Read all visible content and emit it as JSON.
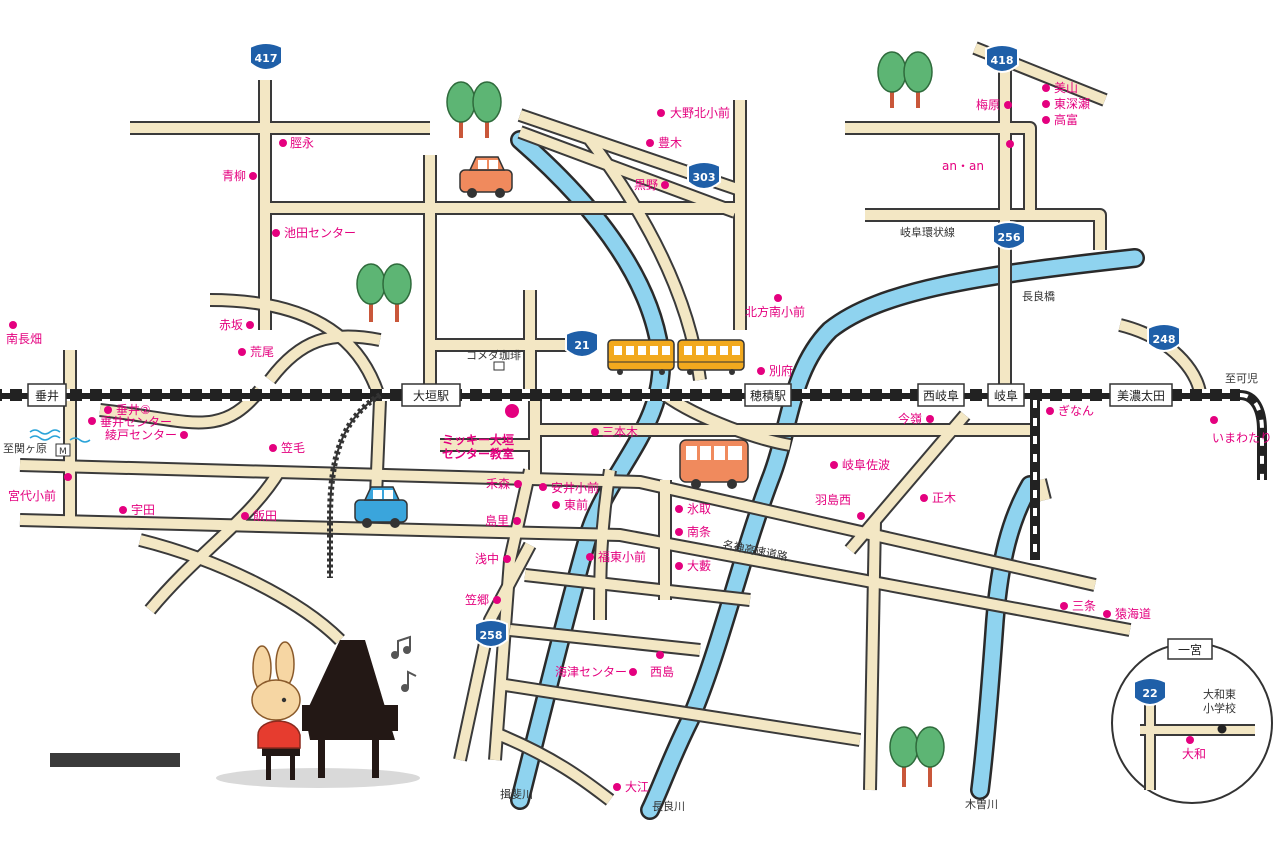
{
  "colors": {
    "accent": "#e4007f",
    "river": "#8fd3ef",
    "road_fill": "#f3e7c4",
    "route_shield": "#1f5fa8"
  },
  "routes": [
    {
      "id": "r417",
      "label": "417"
    },
    {
      "id": "r303",
      "label": "303"
    },
    {
      "id": "r21",
      "label": "21"
    },
    {
      "id": "r418",
      "label": "418"
    },
    {
      "id": "r256",
      "label": "256"
    },
    {
      "id": "r248",
      "label": "248"
    },
    {
      "id": "r258",
      "label": "258"
    },
    {
      "id": "r22",
      "label": "22"
    }
  ],
  "stations": [
    {
      "id": "tarui",
      "label": "垂井"
    },
    {
      "id": "ogaki",
      "label": "大垣駅"
    },
    {
      "id": "hozumi",
      "label": "穂積駅"
    },
    {
      "id": "nishigifu",
      "label": "西岐阜"
    },
    {
      "id": "gifu",
      "label": "岐阜"
    },
    {
      "id": "minoota",
      "label": "美濃太田"
    }
  ],
  "places": [
    {
      "id": "keiei",
      "label": "脛永"
    },
    {
      "id": "aoyagi",
      "label": "青柳"
    },
    {
      "id": "ikeda",
      "label": "池田センター"
    },
    {
      "id": "ohnokita",
      "label": "大野北小前"
    },
    {
      "id": "toyoki",
      "label": "豊木"
    },
    {
      "id": "kurono",
      "label": "黒野"
    },
    {
      "id": "umehara",
      "label": "梅原"
    },
    {
      "id": "miyama",
      "label": "美山"
    },
    {
      "id": "higashifukase",
      "label": "東深瀬"
    },
    {
      "id": "takatomi",
      "label": "高富"
    },
    {
      "id": "anan",
      "label": "an・an"
    },
    {
      "id": "minaminagahata",
      "label": "南長畑"
    },
    {
      "id": "akasaka",
      "label": "赤坂"
    },
    {
      "id": "arao",
      "label": "荒尾"
    },
    {
      "id": "kitakata",
      "label": "北方南小前"
    },
    {
      "id": "beppu",
      "label": "別府"
    },
    {
      "id": "tarui2",
      "label": "垂井②"
    },
    {
      "id": "taruicenter",
      "label": "垂井センター"
    },
    {
      "id": "ayado",
      "label": "綾戸センター"
    },
    {
      "id": "kasage",
      "label": "笠毛"
    },
    {
      "id": "sanbongi",
      "label": "三本木"
    },
    {
      "id": "imamine",
      "label": "今嶺"
    },
    {
      "id": "ginan",
      "label": "ぎなん"
    },
    {
      "id": "imawatari",
      "label": "いまわたり"
    },
    {
      "id": "miyashiro",
      "label": "宮代小前"
    },
    {
      "id": "uta",
      "label": "宇田"
    },
    {
      "id": "handa",
      "label": "飯田"
    },
    {
      "id": "nogimori",
      "label": "禾森"
    },
    {
      "id": "yasui",
      "label": "安井小前"
    },
    {
      "id": "higashimae",
      "label": "東前"
    },
    {
      "id": "himotori",
      "label": "氷取"
    },
    {
      "id": "gifusaba",
      "label": "岐阜佐波"
    },
    {
      "id": "hashimanishi",
      "label": "羽島西"
    },
    {
      "id": "masaki",
      "label": "正木"
    },
    {
      "id": "shimazato",
      "label": "島里"
    },
    {
      "id": "nanjo",
      "label": "南条"
    },
    {
      "id": "asanaka",
      "label": "浅中"
    },
    {
      "id": "fukuhigashi",
      "label": "福東小前"
    },
    {
      "id": "oyabu",
      "label": "大藪"
    },
    {
      "id": "sanjo",
      "label": "三条"
    },
    {
      "id": "sarukaido",
      "label": "猿海道"
    },
    {
      "id": "kasago",
      "label": "笠郷"
    },
    {
      "id": "kaizu",
      "label": "海津センター"
    },
    {
      "id": "nishijima",
      "label": "西島"
    },
    {
      "id": "oe",
      "label": "大江"
    }
  ],
  "text": {
    "komeda": "コメダ珈琲",
    "school_line1": "ミッキー大垣",
    "school_line2": "センター教室",
    "gifu_ring": "岐阜環状線",
    "nagarabashi": "長良橋",
    "to_kani": "至可児",
    "to_sekigahara": "至関ヶ原",
    "meishin": "名神高速道路",
    "ibigawa": "揖斐川",
    "nagaragawa": "長良川",
    "kisogawa": "木曽川",
    "inset_title": "一宮",
    "inset_school_line1": "大和東",
    "inset_school_line2": "小学校",
    "inset_yamato": "大和"
  }
}
